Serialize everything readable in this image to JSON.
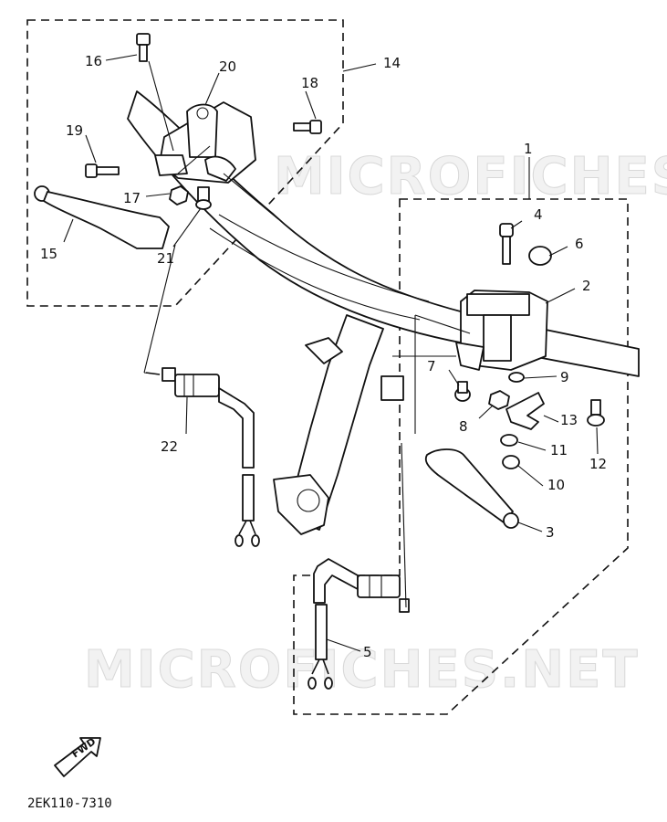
{
  "diagram": {
    "drawing_code": "2EK110-7310",
    "fwd_label": "FWD",
    "watermark": "MICROFICHES.NET",
    "callouts": [
      "1",
      "2",
      "3",
      "4",
      "5",
      "6",
      "7",
      "8",
      "9",
      "10",
      "11",
      "12",
      "13",
      "14",
      "15",
      "16",
      "17",
      "18",
      "19",
      "20",
      "21",
      "22"
    ]
  }
}
